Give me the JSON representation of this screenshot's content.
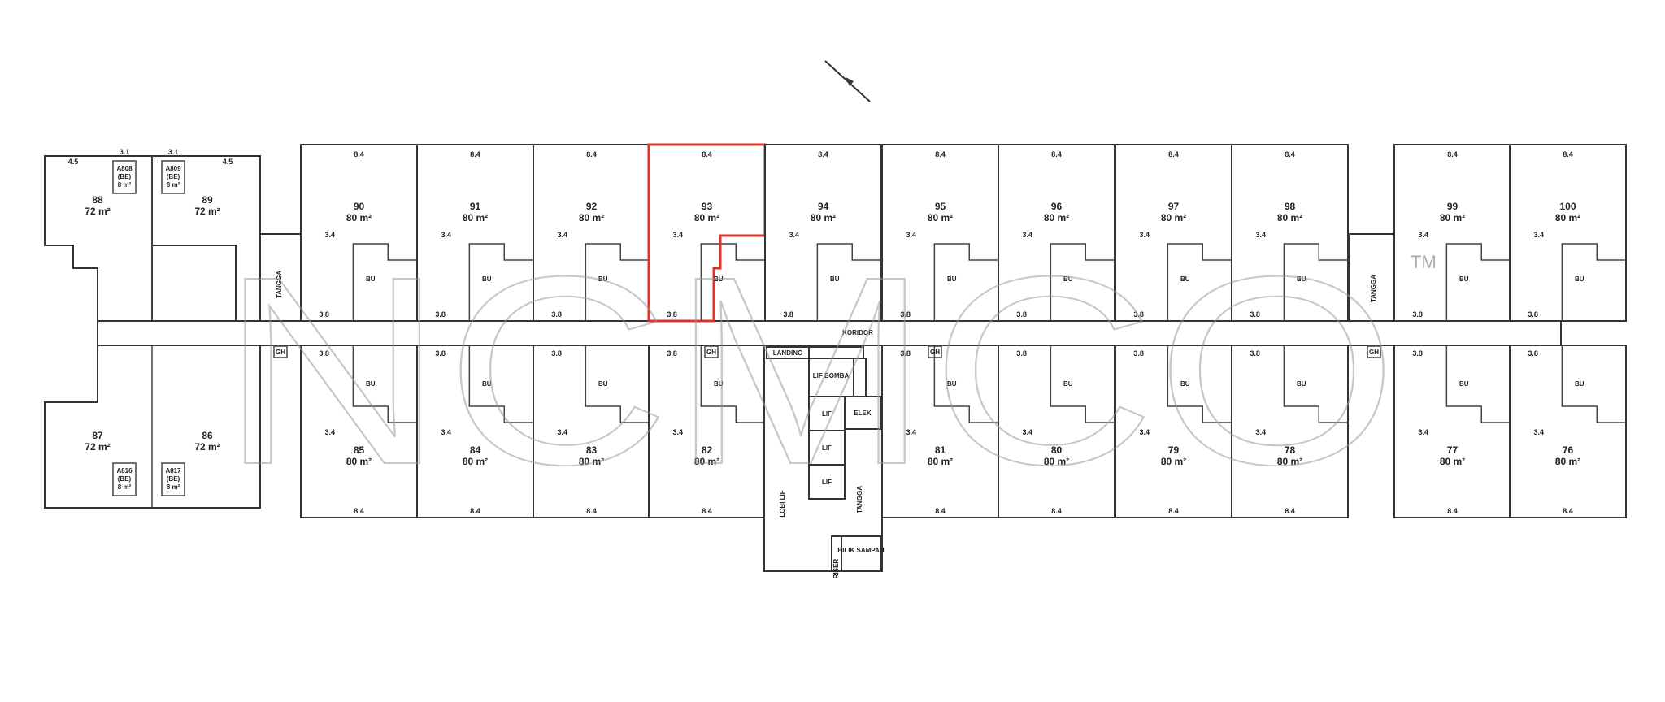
{
  "plan": {
    "top_units": [
      {
        "no": "90",
        "area": "80 m²"
      },
      {
        "no": "91",
        "area": "80 m²"
      },
      {
        "no": "92",
        "area": "80 m²"
      },
      {
        "no": "93",
        "area": "80 m²",
        "highlighted": true
      },
      {
        "no": "94",
        "area": "80 m²"
      },
      {
        "no": "95",
        "area": "80 m²"
      },
      {
        "no": "96",
        "area": "80 m²"
      },
      {
        "no": "97",
        "area": "80 m²"
      },
      {
        "no": "98",
        "area": "80 m²"
      },
      {
        "no": "99",
        "area": "80 m²"
      },
      {
        "no": "100",
        "area": "80 m²"
      }
    ],
    "bottom_units": [
      {
        "no": "85",
        "area": "80 m²"
      },
      {
        "no": "84",
        "area": "80 m²"
      },
      {
        "no": "83",
        "area": "80 m²"
      },
      {
        "no": "82",
        "area": "80 m²"
      },
      {
        "no": "81",
        "area": "80 m²"
      },
      {
        "no": "80",
        "area": "80 m²"
      },
      {
        "no": "79",
        "area": "80 m²"
      },
      {
        "no": "78",
        "area": "80 m²"
      },
      {
        "no": "77",
        "area": "80 m²"
      },
      {
        "no": "76",
        "area": "80 m²"
      }
    ],
    "left_units": [
      {
        "no": "88",
        "area": "72 m²"
      },
      {
        "no": "89",
        "area": "72 m²"
      },
      {
        "no": "87",
        "area": "72 m²"
      },
      {
        "no": "86",
        "area": "72 m²"
      }
    ],
    "small_rooms": [
      {
        "no": "A808",
        "tag": "(BE)",
        "area": "8 m²"
      },
      {
        "no": "A809",
        "tag": "(BE)",
        "area": "8 m²"
      },
      {
        "no": "A816",
        "tag": "(BE)",
        "area": "8 m²"
      },
      {
        "no": "A817",
        "tag": "(BE)",
        "area": "8 m²"
      }
    ],
    "dims": {
      "width": "8.4",
      "bay": "3.4",
      "corr": "3.8",
      "left_w": "4.5",
      "small": "3.1"
    },
    "balcony_label": "BU",
    "corridor_label": "KORIDOR",
    "stair_label": "TANGGA",
    "core": {
      "lobby": "LOBI LIF",
      "lift": "LIF",
      "fire_lift": "LIF BOMBA",
      "elec": "ELEK",
      "stair": "TANGGA",
      "refuse": "BILIK SAMPAH",
      "landing": "LANDING",
      "riser": "RISER"
    },
    "wet_label": "GH",
    "watermark": "NCMCO",
    "trademark": "TM",
    "colors": {
      "highlight": "#e0302a",
      "wall": "#333333"
    }
  }
}
